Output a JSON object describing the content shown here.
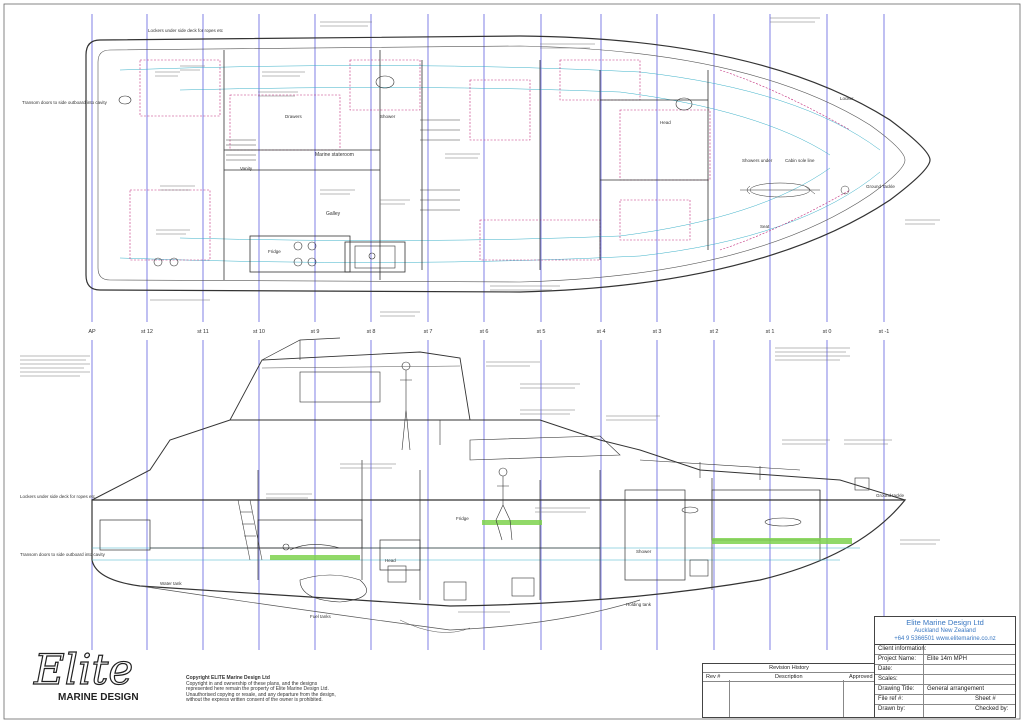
{
  "titleblock": {
    "company": "Elite Marine Design Ltd",
    "location": "Auckland New Zealand",
    "contact": "+64 9 5366501 www.elitemarine.co.nz",
    "rows": [
      {
        "key": "Client information:",
        "value": ""
      },
      {
        "key": "Project Name:",
        "value": "Elite 14m MPH"
      },
      {
        "key": "Date:",
        "value": ""
      },
      {
        "key": "Scales:",
        "value": ""
      },
      {
        "key": "Drawing Title:",
        "value": "General arrangement"
      },
      {
        "key": "File ref #:",
        "value": "Sheet #"
      },
      {
        "key": "Drawn by:",
        "value": "Checked by:"
      }
    ]
  },
  "revision": {
    "title": "Revision History",
    "columns": [
      "Rev #",
      "Description",
      "Approved"
    ]
  },
  "logo": {
    "script": "Elite",
    "text": "MARINE DESIGN"
  },
  "copyright": {
    "heading": "Copyright ELITE Marine Design Ltd",
    "lines": [
      "Copyright in and ownership of these plans, and the designs",
      "represented here remain the property of Elite Marine Design Ltd.",
      "Unauthorised copying or resale, and any departure from the design,",
      "without the express written consent of the owner is prohibited."
    ]
  },
  "stations": [
    "AP",
    "st 12",
    "st 11",
    "st 10",
    "st 9",
    "st 8",
    "st 7",
    "st 6",
    "st 5",
    "st 4",
    "st 3",
    "st 2",
    "st 1",
    "st 0",
    "st -1"
  ],
  "plan_labels": {
    "marine_stateroom": "Marine stateroom",
    "galley": "Galley",
    "fridge": "Fridge",
    "drawers": "Drawers",
    "shower": "Shower",
    "head": "Head",
    "vanity": "Vanity",
    "locker": "Locker",
    "seat": "Seat",
    "cabin_sole_line": "Cabin sole line",
    "showers_under": "Showers under",
    "ground_tackle": "Ground Tackle",
    "lockers_under_side_deck": "Lockers under side deck for ropes etc",
    "transom_doors": "Transom doors to side outboard into cavity",
    "fuel_tanks": "Fuel tanks",
    "water_tank": "Water tank",
    "holding_tank": "Holding tank",
    "dinghy_davit": "Ground tackle"
  },
  "colors": {
    "hull_line": "#333333",
    "station_line": "#2b2bd6",
    "water_line": "#3ab0c8",
    "furniture": "#c02a7a",
    "green_hatch": "#7ed24e",
    "accent_blue": "#3a78c2"
  }
}
